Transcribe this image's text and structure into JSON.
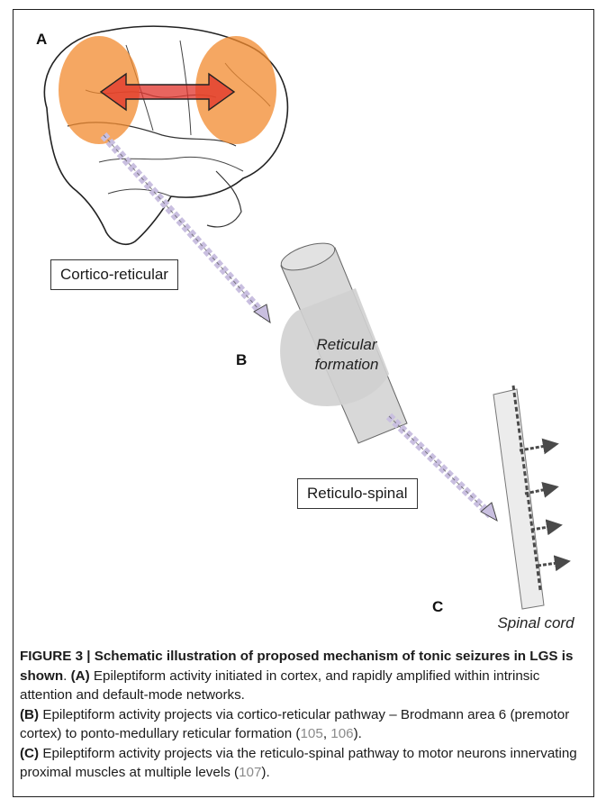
{
  "figure": {
    "panel_labels": {
      "a": "A",
      "b": "B",
      "c": "C"
    },
    "pathway_labels": {
      "cortico": "Cortico-reticular",
      "reticulo": "Reticulo-spinal"
    },
    "structure_labels": {
      "reticular_line1": "Reticular",
      "reticular_line2": "formation",
      "spinal": "Spinal cord"
    },
    "colors": {
      "frontal_hub": "#f28a2e",
      "bidirectional_arrow": "#e0312a",
      "dashed_pathway": "#c9bfe0",
      "brainstem": "#d8d8d8",
      "spinal_cord": "#e8e8e8",
      "motor_output": "#4a4a4a"
    }
  },
  "caption": {
    "title": "FIGURE 3 | Schematic illustration of proposed mechanism of tonic seizures in LGS is shown",
    "title_end": ".",
    "a_label": "(A)",
    "a_text": " Epileptiform activity initiated in cortex, and rapidly amplified within intrinsic attention and default-mode networks.",
    "b_label": "(B)",
    "b_text": " Epileptiform activity projects via cortico-reticular pathway – Brodmann area 6 (premotor cortex) to ponto-medullary reticular formation (",
    "b_ref1": "105",
    "b_sep": ", ",
    "b_ref2": "106",
    "b_end": ").",
    "c_label": "(C)",
    "c_text": " Epileptiform activity projects via the reticulo-spinal pathway to motor neurons innervating proximal muscles at multiple levels (",
    "c_ref": "107",
    "c_end": ")."
  }
}
